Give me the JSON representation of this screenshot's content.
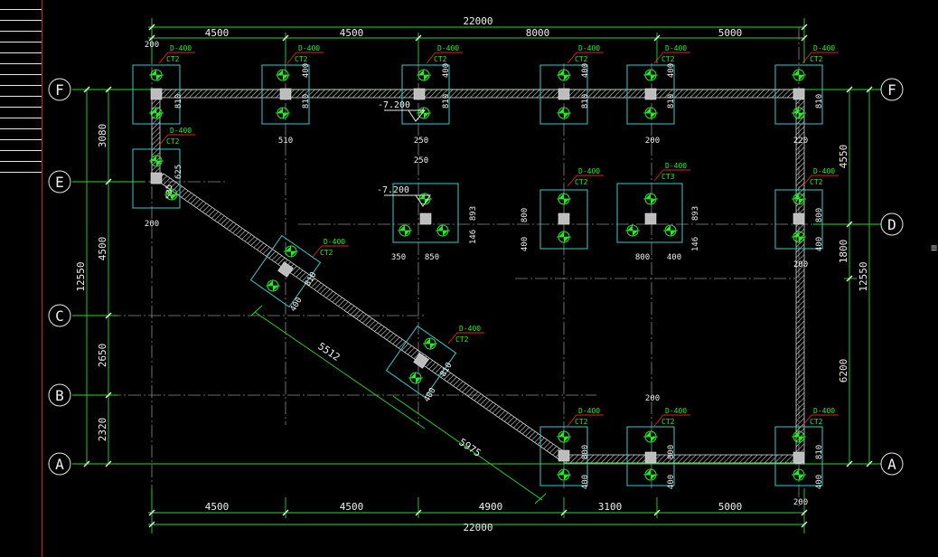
{
  "colors": {
    "background": "#000000",
    "axis": "#22dd22",
    "dimension": "#22dd22",
    "pile_cap": "#33cccc",
    "wall": "#d8d8d8",
    "center_line": "#9a9a9a",
    "leader": "#e02020",
    "pile": "#22ee22",
    "text": "#f0f0f0",
    "sidebar_border": "#d0201a"
  },
  "grid_axes_left": [
    {
      "label": "F"
    },
    {
      "label": "E"
    },
    {
      "label": "C"
    },
    {
      "label": "B"
    },
    {
      "label": "A"
    }
  ],
  "grid_axes_right": [
    {
      "label": "F"
    },
    {
      "label": "D"
    },
    {
      "label": "A"
    }
  ],
  "dimensions": {
    "top_total": "22000",
    "top_segments": [
      "4500",
      "4500",
      "8000",
      "5000"
    ],
    "bottom_total": "22000",
    "bottom_segments": [
      "4500",
      "4500",
      "4900",
      "3100",
      "5000"
    ],
    "left_total": "12550",
    "left_segments": [
      "3080",
      "4500",
      "2650",
      "2320"
    ],
    "right_total": "12550",
    "right_segments": [
      "4550",
      "1800",
      "6200"
    ],
    "diagonal_upper": "5512",
    "diagonal_lower": "5975"
  },
  "cap_labels": {
    "pile_diameter": "D-400",
    "cap_ct2": "CT2",
    "cap_ct3": "CT3",
    "elevation": "-7.200"
  },
  "small_dims": {
    "d200": "200",
    "d400": "400",
    "d800": "800",
    "d810": "810",
    "d850": "850",
    "d893": "893",
    "d350": "350",
    "d250": "250",
    "d146": "146",
    "d625": "625",
    "d535": "535",
    "d510": "510",
    "d220": "220"
  },
  "side_mark": "≡"
}
